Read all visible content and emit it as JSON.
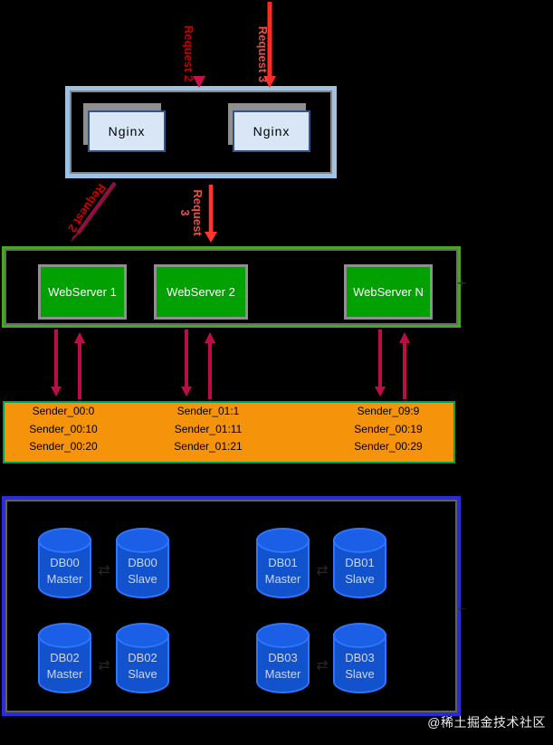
{
  "diagram": {
    "top_arrows": [
      {
        "label": "Request 2"
      },
      {
        "label": "Request 3"
      }
    ],
    "nginx_cluster": {
      "nodes": [
        {
          "label": "Nginx"
        },
        {
          "label": "Nginx"
        }
      ]
    },
    "routing_arrows": [
      {
        "label": "Request 2"
      },
      {
        "label": "Request 3"
      }
    ],
    "webserver_cluster": {
      "nodes": [
        {
          "label": "WebServer 1"
        },
        {
          "label": "WebServer 2"
        },
        {
          "label": "WebServer N"
        }
      ]
    },
    "sender_pool": {
      "columns": [
        {
          "rows": [
            "Sender_00:0",
            "Sender_00:10",
            "Sender_00:20"
          ]
        },
        {
          "rows": [
            "Sender_01:1",
            "Sender_01:11",
            "Sender_01:21"
          ]
        },
        {
          "rows": [
            "Sender_09:9",
            "Sender_00:19",
            "Sender_00:29"
          ]
        }
      ]
    },
    "database_cluster": {
      "nodes": [
        {
          "name": "DB00",
          "role": "Master"
        },
        {
          "name": "DB00",
          "role": "Slave"
        },
        {
          "name": "DB01",
          "role": "Master"
        },
        {
          "name": "DB01",
          "role": "Slave"
        },
        {
          "name": "DB02",
          "role": "Master"
        },
        {
          "name": "DB02",
          "role": "Slave"
        },
        {
          "name": "DB03",
          "role": "Master"
        },
        {
          "name": "DB03",
          "role": "Slave"
        }
      ],
      "sync_icon": "⇄"
    },
    "watermark": "@稀土掘金技术社区"
  },
  "colors": {
    "background": "#000000",
    "maroon_arrow": "#8D1040",
    "red_arrow": "#FF2B24",
    "crimson_arrow": "#BD0D49",
    "request_label_dark_red": "#C00000",
    "request_label_light_red": "#E0544C",
    "nginx_cluster_border": "#9CC2E5",
    "nginx_node_fill": "#D9E6F5",
    "nginx_node_border": "#31538F",
    "webserver_cluster_border": "#4CA32B",
    "webserver_node_fill": "#00A100",
    "sender_pool_fill": "#F5930B",
    "sender_pool_border": "#00A14B",
    "db_cluster_border": "#2B2BDD",
    "cylinder_fill": "#1252CC",
    "cylinder_border": "#2E75FF"
  }
}
